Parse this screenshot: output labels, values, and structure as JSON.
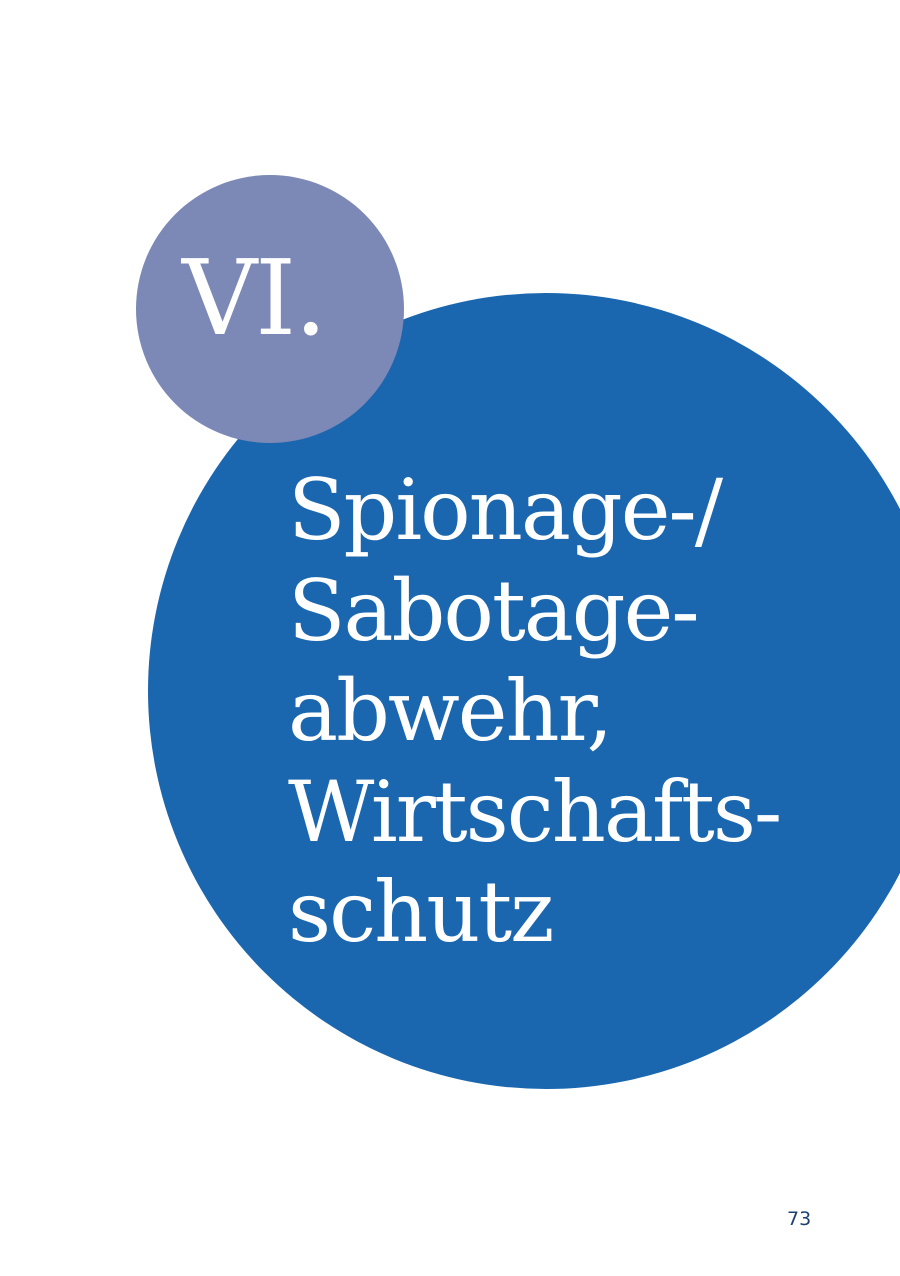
{
  "chapter": {
    "numeral": "VI.",
    "title_lines": [
      "Spionage-/",
      "Sabotage-",
      "abwehr,",
      "Wirtschafts-",
      "schutz"
    ]
  },
  "page_number": "73",
  "colors": {
    "large_circle": "#1a67af",
    "small_circle": "#7c88b6",
    "text_on_circle": "#ffffff",
    "page_number": "#1d3f72"
  }
}
